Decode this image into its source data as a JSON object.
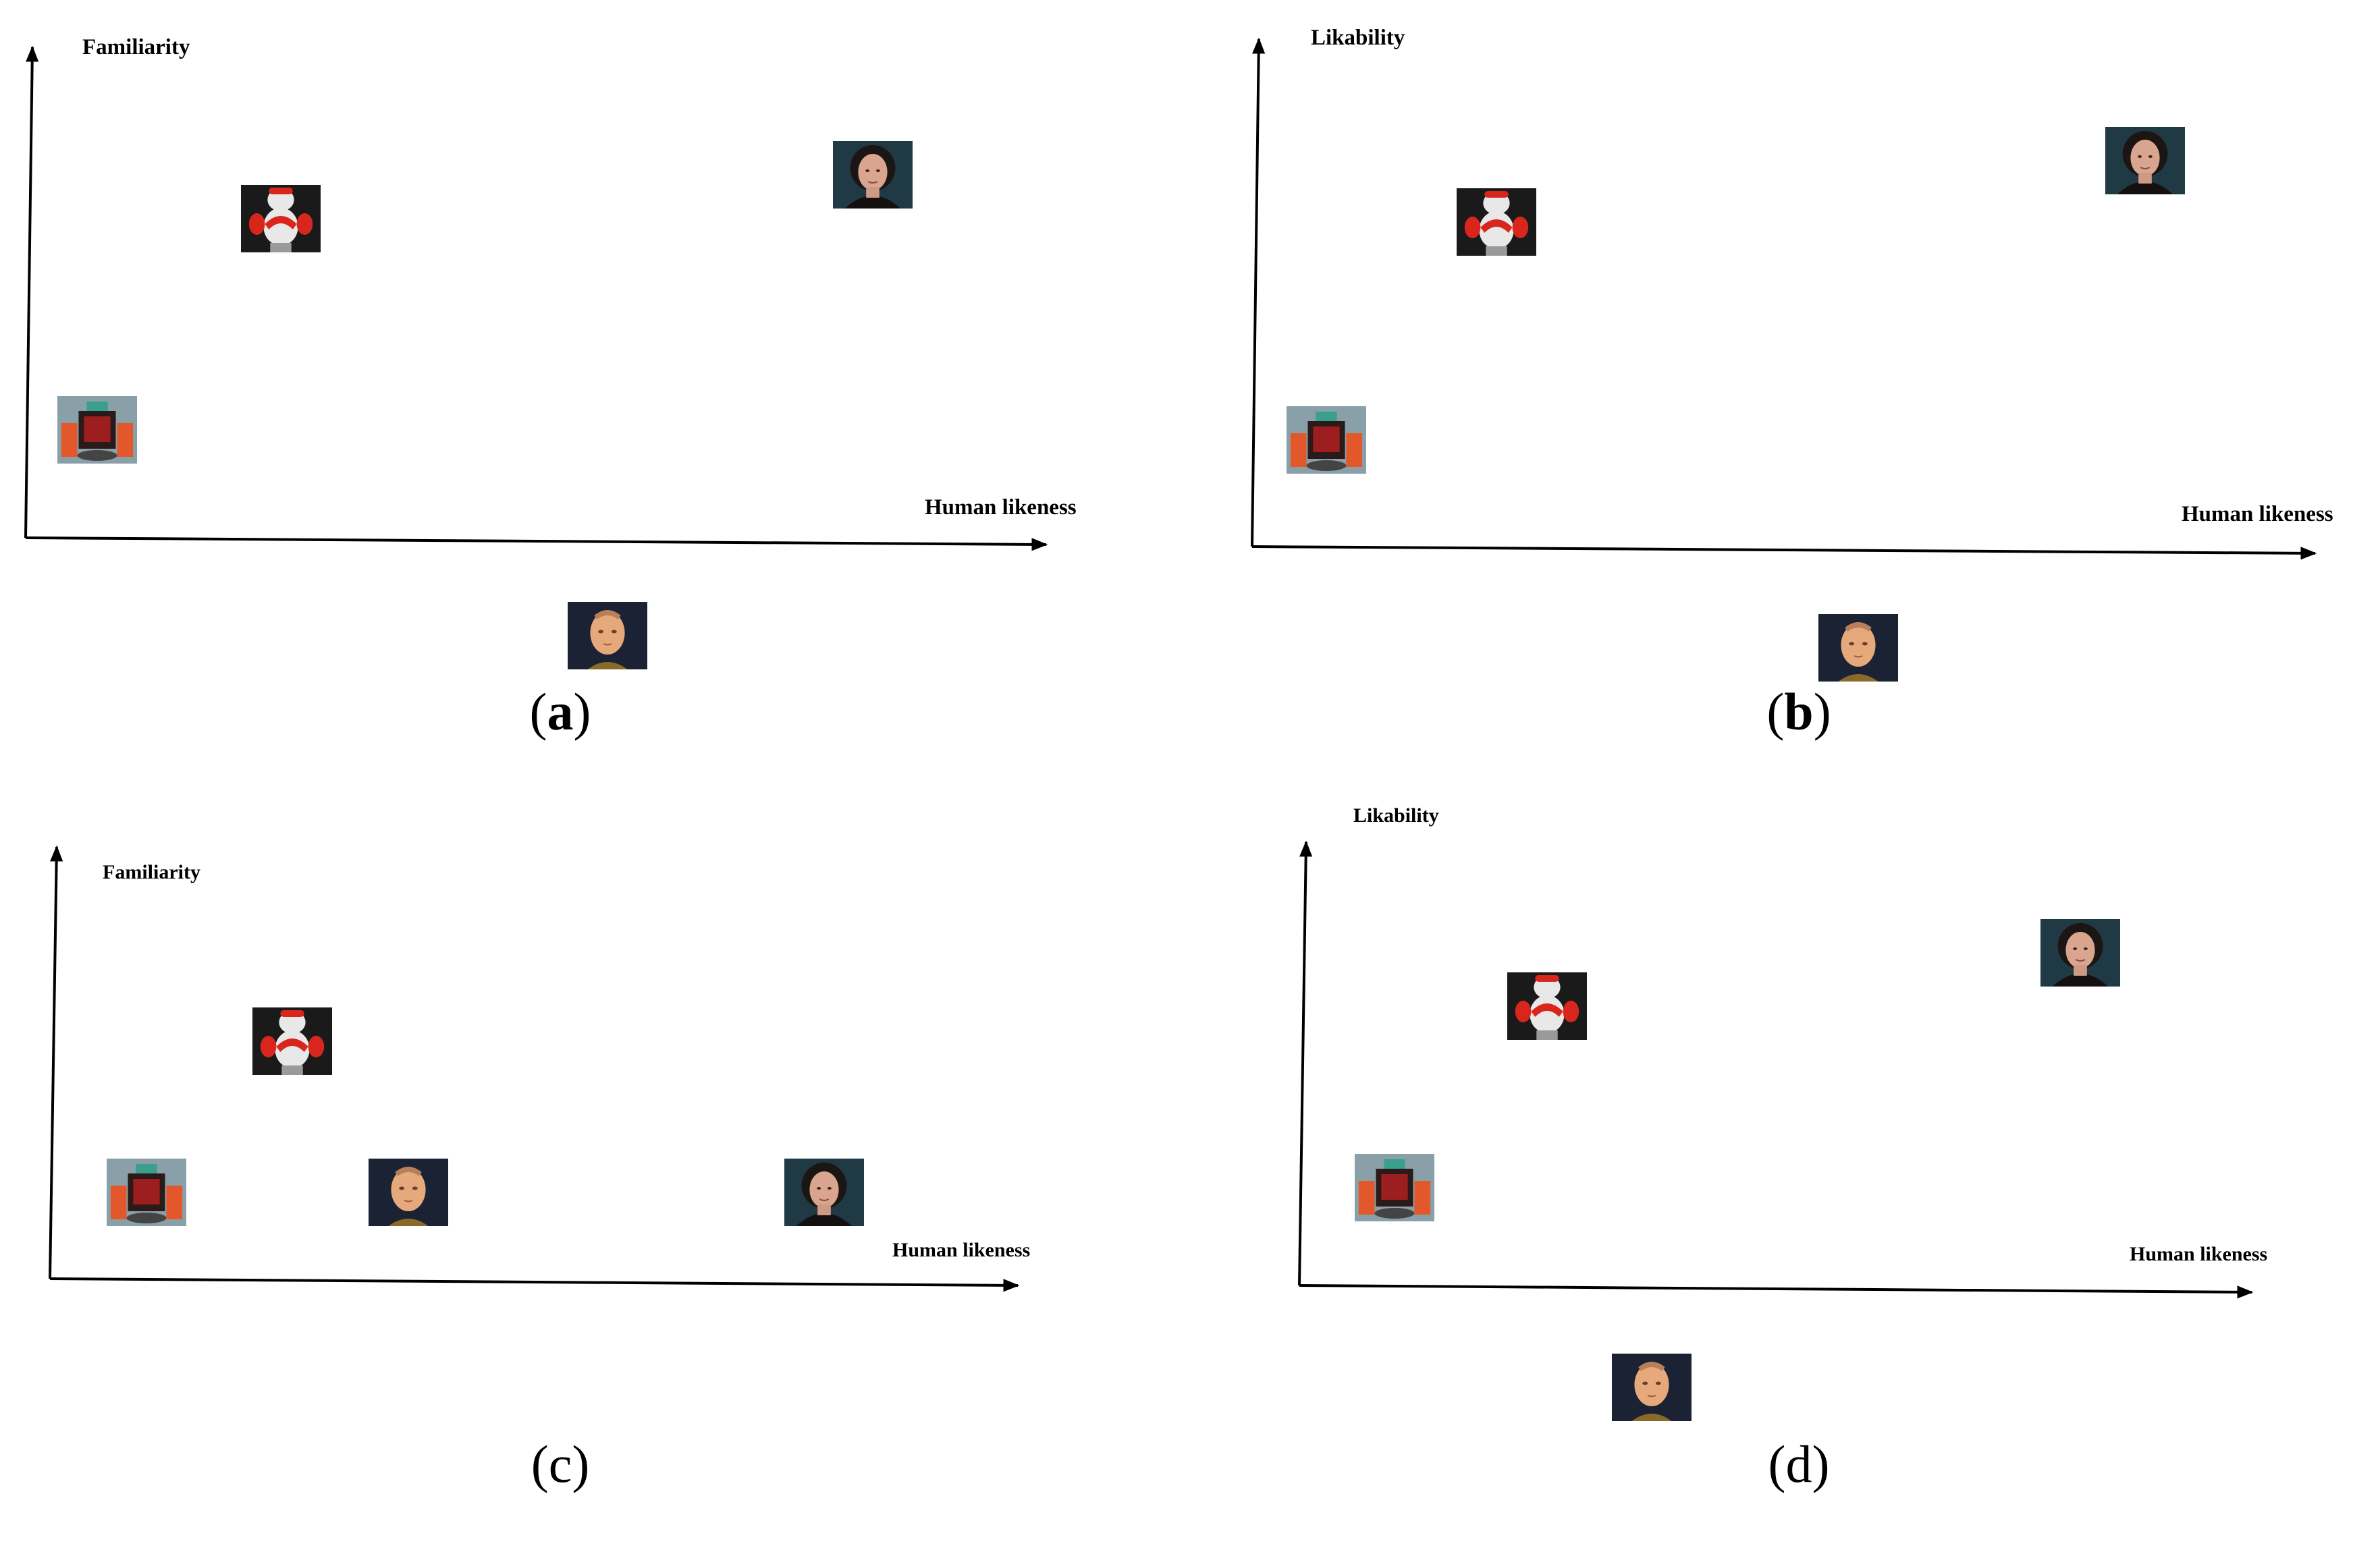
{
  "colors": {
    "axis": "#000000",
    "face_bg": "#1f3a44",
    "robot_bg": "#1a1a1a",
    "robot_red": "#d9261c",
    "robot_white": "#e8e8e8",
    "kit_bg": "#8aa0a8",
    "kit_orange": "#e2582a",
    "android_bg": "#1b2233",
    "android_skin": "#e6a97c"
  },
  "legend_icons": {
    "human": "human-face-photo-icon",
    "nao": "humanoid-robot-photo-icon",
    "kit": "robot-kit-photo-icon",
    "android": "android-head-photo-icon"
  },
  "chart_data": [
    {
      "type": "scatter",
      "panel": "(a)",
      "caption_letter": "a",
      "caption_bold": true,
      "ylabel": "Familiarity",
      "xlabel": "Human likeness",
      "grid": false,
      "points": [
        {
          "item": "robot-kit",
          "x": 0.07,
          "y": 0.22
        },
        {
          "item": "humanoid-robot",
          "x": 0.25,
          "y": 0.65
        },
        {
          "item": "android-head",
          "x": 0.57,
          "y": -0.2
        },
        {
          "item": "human",
          "x": 0.83,
          "y": 0.74
        }
      ]
    },
    {
      "type": "scatter",
      "panel": "(b)",
      "caption_letter": "b",
      "caption_bold": true,
      "ylabel": "Likability",
      "xlabel": "Human likeness",
      "grid": false,
      "points": [
        {
          "item": "robot-kit",
          "x": 0.07,
          "y": 0.21
        },
        {
          "item": "humanoid-robot",
          "x": 0.23,
          "y": 0.64
        },
        {
          "item": "android-head",
          "x": 0.57,
          "y": -0.2
        },
        {
          "item": "human",
          "x": 0.84,
          "y": 0.76
        }
      ]
    },
    {
      "type": "scatter",
      "panel": "(c)",
      "caption_letter": "c",
      "caption_bold": false,
      "ylabel": "Familiarity",
      "xlabel": "Human likeness",
      "grid": false,
      "points": [
        {
          "item": "robot-kit",
          "x": 0.1,
          "y": 0.2
        },
        {
          "item": "humanoid-robot",
          "x": 0.25,
          "y": 0.55
        },
        {
          "item": "android-head",
          "x": 0.37,
          "y": 0.2
        },
        {
          "item": "human",
          "x": 0.8,
          "y": 0.2
        }
      ]
    },
    {
      "type": "scatter",
      "panel": "(d)",
      "caption_letter": "d",
      "caption_bold": false,
      "ylabel": "Likability",
      "xlabel": "Human likeness",
      "grid": false,
      "points": [
        {
          "item": "robot-kit",
          "x": 0.1,
          "y": 0.22
        },
        {
          "item": "humanoid-robot",
          "x": 0.26,
          "y": 0.63
        },
        {
          "item": "android-head",
          "x": 0.37,
          "y": -0.23
        },
        {
          "item": "human",
          "x": 0.82,
          "y": 0.75
        }
      ]
    }
  ]
}
